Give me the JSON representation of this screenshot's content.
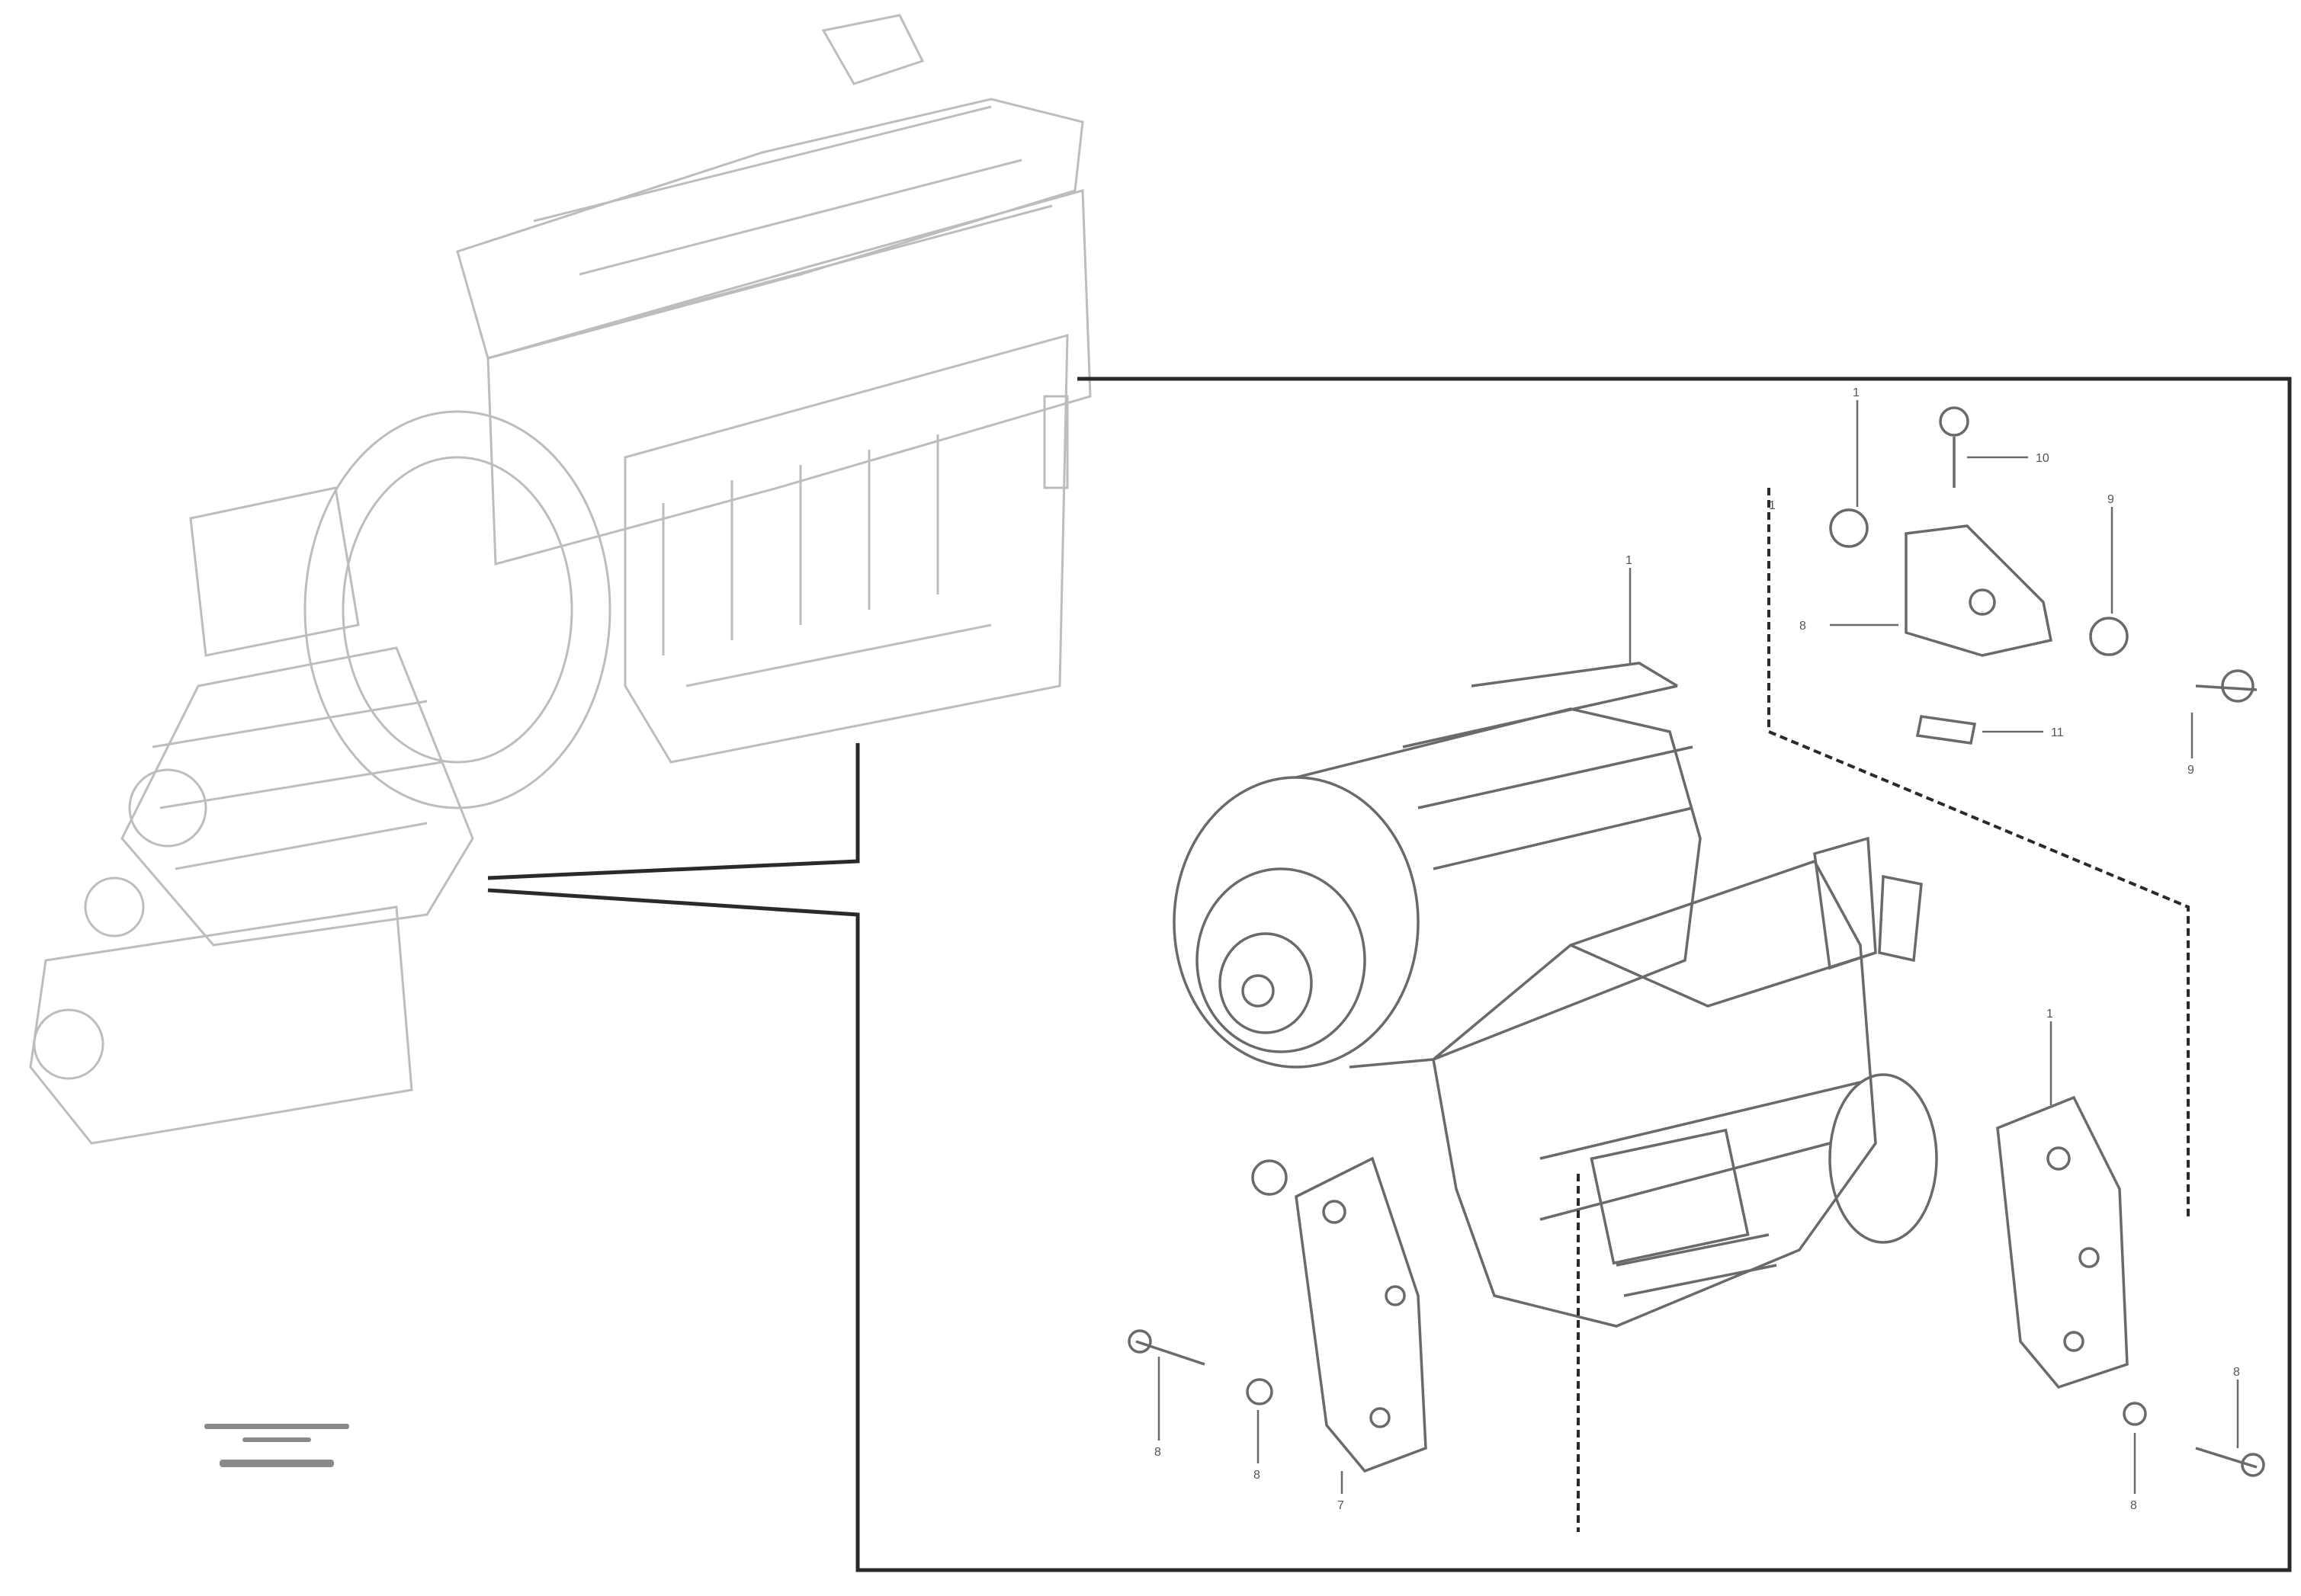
{
  "figure": {
    "callouts": {
      "top_bolt": "1",
      "washer_top_left": "1",
      "bolt_top_center": "10",
      "washer_right": "9",
      "bracket_left": "8",
      "bolt_right": "9",
      "nut_bottom": "11",
      "center_stud": "1",
      "right_mount": "1",
      "bolt_bottom_left": "8",
      "washer_bottom_left": "8",
      "mount_bottom_left": "7",
      "mount_bottom_right": "8",
      "bolt_bottom_right": "8"
    },
    "caption_lines": [
      "",
      "",
      ""
    ]
  },
  "colors": {
    "line": "#6a6a6a",
    "frame": "#2a2a2a",
    "faint": "#b5b5b5"
  }
}
